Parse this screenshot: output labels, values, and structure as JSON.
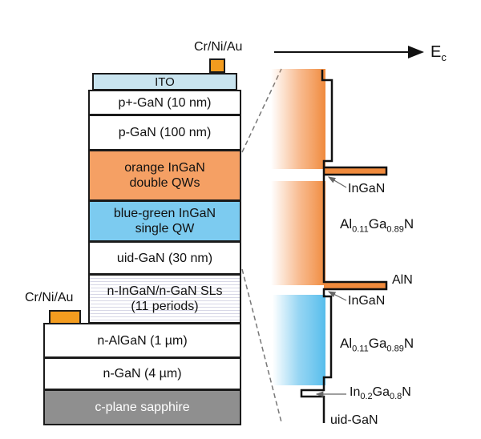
{
  "structure": {
    "top_contact": "Cr/Ni/Au",
    "side_contact": "Cr/Ni/Au",
    "layers": {
      "ito": "ITO",
      "p_plus_gan": "p+-GaN (10 nm)",
      "p_gan": "p-GaN (100 nm)",
      "orange_qw": [
        "orange InGaN",
        "double QWs"
      ],
      "blue_qw": [
        "blue-green InGaN",
        "single QW"
      ],
      "uid_gan": "uid-GaN (30 nm)",
      "sls": [
        "n-InGaN/n-GaN SLs",
        "(11 periods)"
      ],
      "n_algan": "n-AlGaN (1 µm)",
      "n_gan": "n-GaN (4 µm)",
      "sapphire": "c-plane sapphire"
    }
  },
  "band": {
    "axis_main": "E",
    "axis_sub": "c",
    "labels": {
      "ingan_1": "InGaN",
      "algan_1": {
        "a": "Al",
        "a_sub": "0.11",
        "b": "Ga",
        "b_sub": "0.89",
        "c": "N"
      },
      "aln": "AlN",
      "ingan_2": "InGaN",
      "algan_2": {
        "a": "Al",
        "a_sub": "0.11",
        "b": "Ga",
        "b_sub": "0.89",
        "c": "N"
      },
      "ingan_3": {
        "a": "In",
        "a_sub": "0.2",
        "b": "Ga",
        "b_sub": "0.8",
        "c": "N"
      },
      "uid": "uid-GaN"
    }
  },
  "colors": {
    "orange": "#f5a064",
    "blue": "#7ccbf0",
    "ito": "#c9e4ef",
    "sapphire": "#8f8f8f",
    "contact": "#f39c1f"
  }
}
